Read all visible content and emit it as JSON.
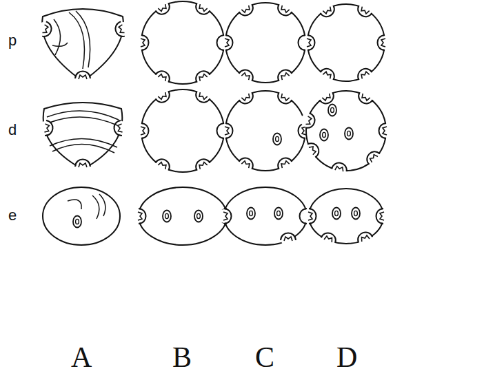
{
  "diagram": {
    "labels": [
      "p",
      "d",
      "e",
      "A",
      "B",
      "C",
      "D"
    ]
  }
}
